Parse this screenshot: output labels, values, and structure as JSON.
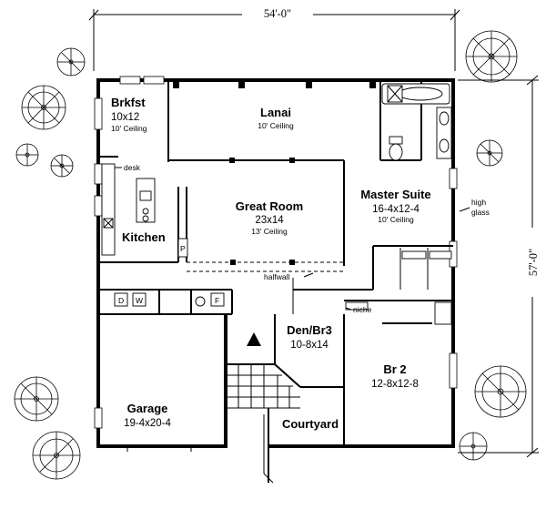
{
  "dimensions": {
    "width": "54'-0\"",
    "depth": "57'-0\""
  },
  "rooms": {
    "brkfst": {
      "name": "Brkfst",
      "size": "10x12",
      "note": "10' Ceiling"
    },
    "lanai": {
      "name": "Lanai",
      "note": "10' Ceiling"
    },
    "great": {
      "name": "Great Room",
      "size": "23x14",
      "note": "13' Ceiling"
    },
    "master": {
      "name": "Master Suite",
      "size": "16-4x12-4",
      "note": "10' Ceiling"
    },
    "kitchen": {
      "name": "Kitchen"
    },
    "den": {
      "name": "Den/Br3",
      "size": "10-8x14"
    },
    "br2": {
      "name": "Br 2",
      "size": "12-8x12-8"
    },
    "garage": {
      "name": "Garage",
      "size": "19-4x20-4"
    },
    "courtyard": {
      "name": "Courtyard"
    }
  },
  "labels": {
    "desk": "desk",
    "high": "high",
    "glass": "glass",
    "halfwall": "halfwall",
    "niche": "niche",
    "pantry": "P",
    "dryer": "D",
    "washer": "W",
    "furnace": "F"
  }
}
